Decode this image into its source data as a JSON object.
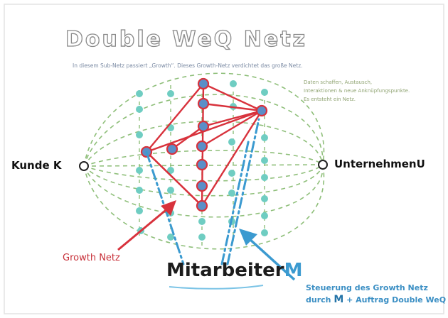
{
  "title": "Double WeQ Netz",
  "subtitle": "In diesem Sub-Netz passiert „Growth“. Dieses Growth-Netz verdichtet das große Netz.",
  "note": {
    "line1": "Daten schaffen, Austausch,",
    "line2": "Interaktionen & neue Anknüpfungspunkte.",
    "line3": "Es entsteht ein Netz."
  },
  "nodes": {
    "kunde": {
      "label": "Kunde",
      "letter": "K"
    },
    "unternehmen": {
      "label": "Unternehmen",
      "letter": "U"
    }
  },
  "growth_label": "Growth Netz",
  "mitarbeiter": {
    "label": "Mitarbeiter",
    "letter": "M"
  },
  "steuerung": {
    "line1": "Steuerung des Growth Netz",
    "line2_prefix": "durch",
    "line2_letter": "M",
    "line2_suffix": "+ Auftrag Double WeQ"
  },
  "colors": {
    "red": "#d8323c",
    "blue": "#3b9ad0",
    "teal": "#6fcdc2",
    "green_dash": "#8fbf7a",
    "node_fill": "#5a8fc8"
  }
}
